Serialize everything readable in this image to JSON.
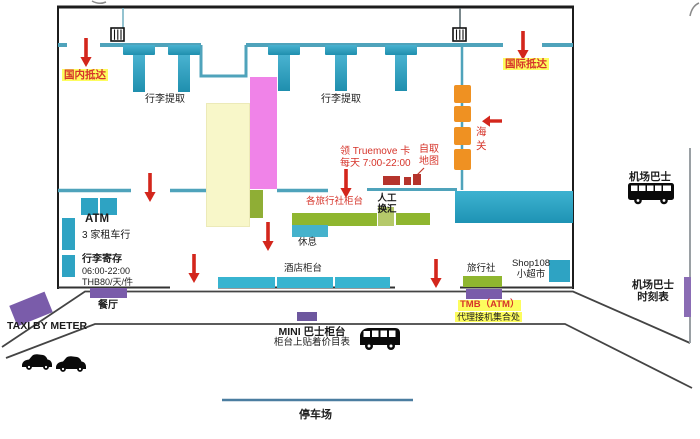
{
  "map_title": "airport-arrival-hall-floor-plan",
  "colors": {
    "wall_teal": "#4fa3bb",
    "counter_teal": "#2ea3c3",
    "pink_hall": "#f083e8",
    "pale_yellow_hall": "#f8f7c9",
    "agency_green": "#8fb62f",
    "light_green": "#b5c96a",
    "customs_orange": "#ef9122",
    "purple": "#7a5caa",
    "arrow_red": "#d3261c",
    "sim_box_red": "#b5342c",
    "text_red": "#d6342a",
    "highlight_yellow": "#fdfd5e",
    "parking_blue": "#4b7da0"
  },
  "terminal": {
    "arrivals": {
      "domestic": "国内抵达",
      "international": "国际抵达"
    },
    "baggage_left": "行李提取",
    "baggage_right": "行李提取",
    "customs": "海关",
    "sim_counter": {
      "line1": "领 Truemove 卡",
      "line2": "每天 7:00-22:00"
    },
    "free_maps": {
      "line1": "自取",
      "line2": "地图"
    },
    "exchange": {
      "line1": "人工",
      "line2": "换汇"
    },
    "agencies_label": "各旅行社柜台",
    "rest_label": "休息",
    "atm_label": "ATM",
    "car_rental_label": "3 家租车行",
    "luggage_storage": {
      "title": "行李寄存",
      "hours": "06:00-22:00",
      "price": "THB80/天/件"
    },
    "hotel_counter_label": "酒店柜台",
    "travel_agency_label": "旅行社",
    "shop": {
      "line1": "Shop108",
      "line2": "小超市"
    }
  },
  "curbside": {
    "tmb": {
      "line1": "TMB（ATM）",
      "line2": "代理接机集合处"
    },
    "restaurant_label": "餐厅",
    "taxi_label": "TAXI BY METER",
    "minibus_counter": {
      "line1": "MINI 巴士柜台",
      "line2": "柜台上贴着价目表"
    },
    "airport_bus_label": "机场巴士",
    "bus_schedule": {
      "line1": "机场巴士",
      "line2": "时刻表"
    },
    "parking_label": "停车场"
  }
}
